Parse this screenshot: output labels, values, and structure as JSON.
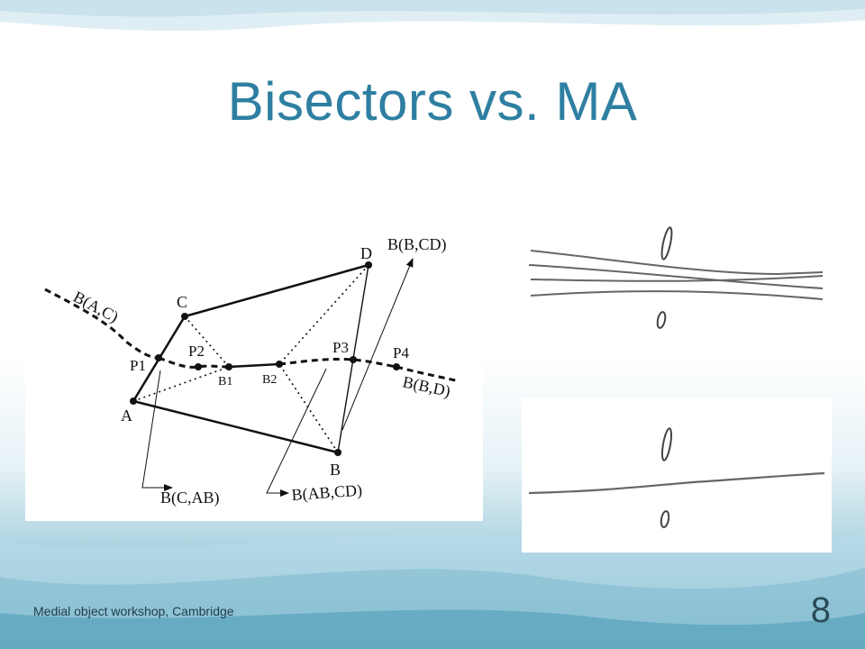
{
  "slide": {
    "title": "Bisectors vs. MA",
    "footer": "Medial object workshop, Cambridge",
    "page_number": "8"
  },
  "left_diagram": {
    "points": {
      "A": "A",
      "B": "B",
      "C": "C",
      "D": "D",
      "P1": "P1",
      "P2": "P2",
      "P3": "P3",
      "P4": "P4",
      "B1": "B1",
      "B2": "B2"
    },
    "bisector_labels": {
      "ac": "B(A,C)",
      "bd": "B(B,D)",
      "bcd": "B(B,CD)",
      "cab": "B(C,AB)",
      "abcd": "B(AB,CD)"
    }
  }
}
